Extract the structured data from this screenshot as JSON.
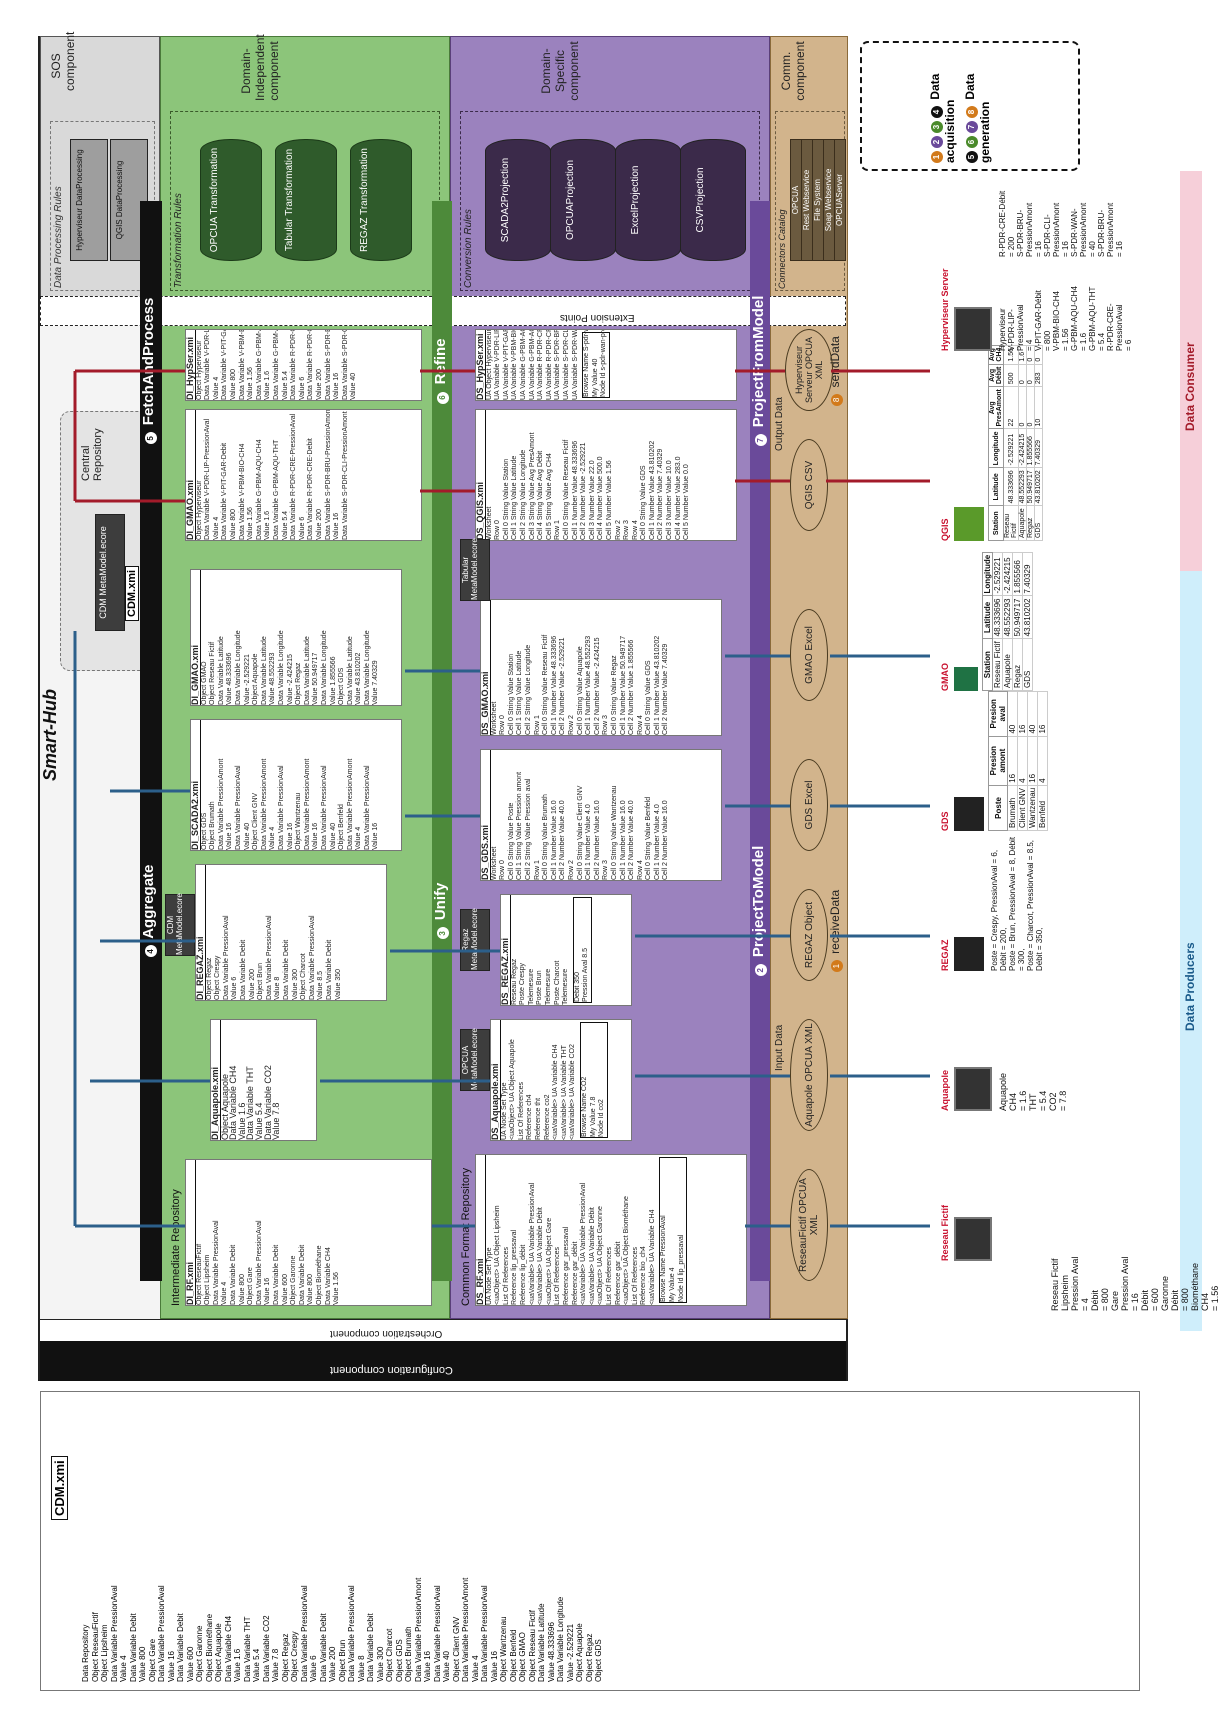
{
  "title": "Smart-Hub",
  "bands": {
    "sos": "SOS component",
    "domain_independent": "Domain-Independent component",
    "domain_specific": "Domain-Specific component",
    "comm": "Comm. component",
    "orchestration": "Orchestration component",
    "configuration": "Configuration component"
  },
  "rules": {
    "processing": "Data Processing Rules",
    "transformation": "Transformation Rules",
    "conversion": "Conversion Rules",
    "connectors": "Connectors Catalog",
    "extension": "Extension Points"
  },
  "processing_boxes": [
    "Hyperviseur DataProcessing",
    "QGIS DataProcessing"
  ],
  "transformation_boxes": [
    "OPCUA Transformation",
    "Tabular Transformation",
    "REGAZ Transformation"
  ],
  "projection_boxes": [
    "SCADA2Projection",
    "OPCUAProjection",
    "ExcelProjection",
    "CSVProjection"
  ],
  "connector_boxes": [
    "OPCUA",
    "Rest Webservice",
    "File System",
    "Soap Webservice",
    "OPCUAServer"
  ],
  "legend": {
    "acquisition": "Data acquisition",
    "generation": "Data generation",
    "acq_nums": [
      "1",
      "2",
      "3",
      "4"
    ],
    "gen_nums": [
      "5",
      "6",
      "7",
      "8"
    ]
  },
  "central_repo": {
    "label": "Central Repository",
    "model": "CDM MetaModel.ecore",
    "file": "CDM.xmi"
  },
  "steps": {
    "aggregate": "Aggregate",
    "aggregate_num": "4",
    "fetch": "FetchAndProcess",
    "fetch_num": "5",
    "unify": "Unify",
    "unify_num": "3",
    "refine": "Refine",
    "refine_num": "6",
    "project_to": "ProjectToModel",
    "project_to_num": "2",
    "project_from": "ProjectFromModel",
    "project_from_num": "7",
    "receive": "receiveData",
    "receive_num": "1",
    "send": "sendData",
    "send_num": "8"
  },
  "repos": {
    "intermediate": "Intermediate Repository",
    "common": "Common Format Repository"
  },
  "di_files": {
    "rf": {
      "name": "DI_RF.xmi",
      "lines": [
        "Object ReseauFictif",
        "Object Lipsheim",
        "Data Variable PressionAval",
        "Value 4",
        "Data Variable Debit",
        "Value 800",
        "Object Gare",
        "Data Variable PressionAval",
        "Value 16",
        "Data Variable Debit",
        "Value 600",
        "Object Garonne",
        "Data Variable Debit",
        "Value 800",
        "Object Biométhane",
        "Data Variable CH4",
        "Value 1.56"
      ]
    },
    "aquapole": {
      "name": "DI_Aquapole.xmi",
      "lines": [
        "Object Aquapole",
        "Data Variable CH4",
        "Value 1.6",
        "Data Variable THT",
        "Value 5.4",
        "Data Variable CO2",
        "Value 7.8"
      ]
    },
    "regaz": {
      "name": "DI_REGAZ.xmi",
      "lines": [
        "Object Regaz",
        "Object Crespy",
        "Data Variable PressionAval",
        "Value 6",
        "Data Variable Debit",
        "Value 200",
        "Object Brun",
        "Data Variable PressionAval",
        "Value 8",
        "Data Variable Debit",
        "Value 300",
        "Object Charcot",
        "Data Variable PressionAval",
        "Value 8.5",
        "Data Variable Debit",
        "Value 350"
      ]
    },
    "scada2": {
      "name": "DI_SCADA2.xmi",
      "lines": [
        "Object GDS",
        "Object Brumath",
        "Data Variable PressionAmont",
        "Value 16",
        "Data Variable PressionAval",
        "Value 40",
        "Object Client GNV",
        "Data Variable PressionAmont",
        "Value 4",
        "Data Variable PressionAval",
        "Value 16",
        "Object Wantzenau",
        "Data Variable PressionAmont",
        "Value 16",
        "Data Variable PressionAval",
        "Value 40",
        "Object Benfeld",
        "Data Variable PressionAmont",
        "Value 4",
        "Data Variable PressionAval",
        "Value 16"
      ]
    },
    "gmao": {
      "name": "DI_GMAO.xmi",
      "lines": [
        "Object GMAO",
        "Object Reseau Fictif",
        "Data Variable Latitude",
        "Value 48.333696",
        "Data Variable Longitude",
        "Value -2.529221",
        "Object Aquapole",
        "Data Variable Latitude",
        "Value 48.552293",
        "Data Variable Longitude",
        "Value -2.424215",
        "Object Regaz",
        "Data Variable Latitude",
        "Value 50.949717",
        "Data Variable Longitude",
        "Value 1.855566",
        "Object GDS",
        "Data Variable Latitude",
        "Value 43.810202",
        "Data Variable Longitude",
        "Value 7.40329"
      ]
    },
    "gmao2": {
      "name": "DI_GMAO.xmi",
      "lines": [
        "Object Hyperviseur",
        "Data Variable V-PDR-LIP-PressionAval",
        "Value 4",
        "Data Variable V-PIT-GAR-Debit",
        "Value 800",
        "Data Variable V-PBM-BIO-CH4",
        "Value 1.56",
        "Data Variable G-PBM-AQU-CH4",
        "Value 1.6",
        "Data Variable G-PBM-AQU-THT",
        "Value 5.4",
        "Data Variable R-PDR-CRE-PressionAval",
        "Value 6",
        "Data Variable R-PDR-CRE-Debit",
        "Value 200",
        "Data Variable S-PDR-BRU-PressionAmont",
        "Value 16",
        "Data Variable S-PDR-CLI-PressionAmont"
      ]
    },
    "hypser": {
      "name": "DI_HypSer.xmi",
      "lines": [
        "Object Hyperviseur",
        "Data Variable V-PDR-LIP-PressionAval",
        "Value 4",
        "Data Variable V-PIT-GAR-Debit",
        "Value 800",
        "Data Variable V-PBM-BIO-CH4",
        "Value 1.56",
        "Data Variable G-PBM-AQU-CH4",
        "Value 1.6",
        "Data Variable G-PBM-AQU-THT",
        "Value 5.4",
        "Data Variable R-PDR-CRE-PressionAval",
        "Value 6",
        "Data Variable R-PDR-CRE-Debit",
        "Value 200",
        "Data Variable S-PDR-BRU-PressionAmont",
        "Value 16",
        "Data Variable S-PDR-CLI-PressionAmont",
        "Value 40"
      ]
    }
  },
  "ds_files": {
    "rf": {
      "name": "DS_RF.xmi",
      "lines": [
        "UA Node Set Type",
        "<uaObject> UA Object Lipsheim",
        "List Of References",
        "Reference lip_pressaval",
        "Reference lip_débit",
        "<uaVariable> UA Variable PressionAval",
        "<uaVariable> UA Variable Débit",
        "<uaObject> UA Object Gare",
        "List Of References",
        "Reference gar_pressaval",
        "Reference gar_débit",
        "<uaVariable> UA Variable PressionAval",
        "<uaVariable> UA Variable Débit",
        "<uaObject> UA Object Garonne",
        "List Of References",
        "Reference gar_débit",
        "<uaObject> UA Object Biométhane",
        "List Of References",
        "Reference bio_ch4",
        "<uaVariable> UA Variable CH4"
      ]
    },
    "rf_detail": {
      "rows": [
        [
          "Browse Name",
          "PressionAval"
        ],
        [
          "My Value",
          "4"
        ],
        [
          "Node Id",
          "lip_pressaval"
        ]
      ]
    },
    "aquapole": {
      "name": "DS_Aquapole.xmi",
      "lines": [
        "UA Node Set Type",
        "<uaObject> UA Object Aquapole",
        "List Of References",
        "Reference ch4",
        "Reference tht",
        "Reference co2",
        "<uaVariable> UA Variable CH4",
        "<uaVariable> UA Variable THT",
        "<uaVariable> UA Variable CO2"
      ]
    },
    "aquapole_detail": {
      "rows": [
        [
          "Browse Name",
          "CO2"
        ],
        [
          "My Value",
          "7.8"
        ],
        [
          "Node Id",
          "co2"
        ]
      ]
    },
    "regaz": {
      "name": "DS_REGAZ.xmi",
      "lines": [
        "Reseau Regaz",
        "Poste Crespy",
        "Telemesure",
        "Poste Brun",
        "Telemesure",
        "Poste Charcot",
        "Telemesure"
      ]
    },
    "regaz_detail": {
      "rows": [
        [
          "Debit",
          "350"
        ],
        [
          "Pression Aval",
          "8.5"
        ]
      ]
    },
    "gds": {
      "name": "DS_GDS.xmi",
      "lines": [
        "Worksheet",
        "Row 0",
        "Cell 0 String Value Poste",
        "Cell 1 String Value Pression amont",
        "Cell 2 String Value Pression aval",
        "Row 1",
        "Cell 0 String Value Brumath",
        "Cell 1 Number Value 16.0",
        "Cell 2 Number Value 40.0",
        "Row 2",
        "Cell 0 String Value Client GNV",
        "Cell 1 Number Value 4.0",
        "Cell 2 Number Value 16.0",
        "Row 3",
        "Cell 0 String Value Wantzenau",
        "Cell 1 Number Value 16.0",
        "Cell 2 Number Value 40.0",
        "Row 4",
        "Cell 0 String Value Benfeld",
        "Cell 1 Number Value 4.0",
        "Cell 2 Number Value 16.0"
      ]
    },
    "gmao": {
      "name": "DS_GMAO.xmi",
      "lines": [
        "Worksheet",
        "Row 0",
        "Cell 0 String Value Station",
        "Cell 1 String Value Latitude",
        "Cell 2 String Value Longitude",
        "Row 1",
        "Cell 0 String Value Reseau Fictif",
        "Cell 1 Number Value 48.333696",
        "Cell 2 Number Value -2.529221",
        "Row 2",
        "Cell 0 String Value Aquapole",
        "Cell 1 Number Value 48.552293",
        "Cell 2 Number Value -2.424215",
        "Row 3",
        "Cell 0 String Value Regaz",
        "Cell 1 Number Value 50.949717",
        "Cell 2 Number Value 1.855566",
        "Row 4",
        "Cell 0 String Value GDS",
        "Cell 1 Number Value 43.810202",
        "Cell 2 Number Value 7.40329"
      ]
    },
    "qgis": {
      "name": "DS_QGIS.xmi",
      "lines": [
        "Worksheet",
        "Row 0",
        "Cell 0 String Value Station",
        "Cell 1 String Value Latitude",
        "Cell 2 String Value Longitude",
        "Cell 3 String Value Avg PresAmont",
        "Cell 4 String Value Avg Débit",
        "Cell 5 String Value Avg CH4",
        "Row 1",
        "Cell 0 String Value Reseau Fictif",
        "Cell 1 Number Value 48.333696",
        "Cell 2 Number Value -2.529221",
        "Cell 3 Number Value 22.0",
        "Cell 4 Number Value 500.0",
        "Cell 5 Number Value 1.56",
        "Row 2",
        "Row 3",
        "Row 4",
        "Cell 0 String Value GDS",
        "Cell 1 Number Value 43.810202",
        "Cell 2 Number Value 7.40329",
        "Cell 3 Number Value 10.0",
        "Cell 4 Number Value 283.0",
        "Cell 5 Number Value 0.0"
      ]
    },
    "hypser": {
      "name": "DS_HypSer.xmi",
      "lines": [
        "UA Object Hyperviseur",
        "UA Variable V-PDR-LIP-PressionAval",
        "UA Variable V-PIT-GAR-Debit",
        "UA Variable V-PBM-BIO-CH4",
        "UA Variable G-PBM-AQU-CH4",
        "UA Variable G-PBM-AQU-THT",
        "UA Variable R-PDR-CRE-PressionAval",
        "UA Variable R-PDR-CRE-Debit",
        "UA Variable S-PDR-BRU-PressionAmont",
        "UA Variable S-PDR-CLI-PressionAmont",
        "UA Variable S-PDR-WAN-PressionAmont"
      ]
    },
    "hypser_detail": {
      "rows": [
        [
          "Browse Name",
          "S-pdr-wan-pressionAmont"
        ],
        [
          "My Value",
          "40"
        ],
        [
          "Node Id",
          "s-pdr-wan-pressionAmont"
        ]
      ]
    }
  },
  "metamodels": {
    "cdm": "CDM MetaModel.ecore",
    "opcua": "OPCUA MetaModel.ecore",
    "regaz": "Regaz MetaModel.ecore",
    "tabular": "Tabular MetaModel.ecore"
  },
  "comm_inputs": [
    "ReseauFictif OPCUA XML",
    "Aquapole OPCUA XML",
    "REGAZ Object",
    "GDS Excel",
    "GMAO Excel"
  ],
  "comm_outputs": [
    "QGIS CSV",
    "Hyperviseur Serveur OPCUA XML"
  ],
  "comm_labels": {
    "input": "Input Data",
    "output": "Output Data"
  },
  "producers": {
    "label": "Data Producers",
    "reseau": {
      "name": "Reseau Fictif"
    },
    "aquapole": {
      "name": "Aquapole",
      "tree": [
        "Aquapole",
        "CH4",
        "= 1.6",
        "THT",
        "= 5.4",
        "CO2",
        "= 7.8"
      ]
    },
    "regaz": {
      "name": "REGAZ",
      "lines": [
        "Poste = Crespy, PressionAval = 6, Débit = 200,",
        "Poste = Brun, PressionAval = 8, Débit = 300,",
        "Poste = Charcot, PressionAval = 8.5, Débit = 350,"
      ]
    },
    "gds": {
      "name": "GDS",
      "headers": [
        "Poste",
        "Presion amont",
        "Presion aval"
      ],
      "rows": [
        [
          "Brumath",
          "16",
          "40"
        ],
        [
          "Client GNV",
          "4",
          "16"
        ],
        [
          "Wantzenau",
          "16",
          "40"
        ],
        [
          "Benfeld",
          "4",
          "16"
        ]
      ]
    },
    "gmao": {
      "name": "GMAO",
      "headers": [
        "Station",
        "Latitude",
        "Longitude"
      ],
      "rows": [
        [
          "Reseau Fictif",
          "48.333696",
          "-2.529221"
        ],
        [
          "Aquapole",
          "48.552293",
          "-2.424215"
        ],
        [
          "Regaz",
          "50.949717",
          "1.855566"
        ],
        [
          "GDS",
          "43.810202",
          "7.40329"
        ]
      ]
    }
  },
  "consumers": {
    "label": "Data Consumer",
    "qgis": {
      "name": "QGIS",
      "headers": [
        "Station",
        "Latitude",
        "Longitude",
        "Avg PresAmont",
        "Avg Débit",
        "Avg CH4"
      ],
      "rows": [
        [
          "Reseau Fictif",
          "48.333696",
          "-2.529221",
          "22",
          "500",
          "1.56"
        ],
        [
          "Aquapole",
          "48.552293",
          "-2.424215",
          "0",
          "0",
          "1.6"
        ],
        [
          "Regaz",
          "50.949717",
          "1.855566",
          "0",
          "0",
          "0"
        ],
        [
          "GDS",
          "43.810202",
          "7.40329",
          "10",
          "283",
          "0"
        ]
      ]
    },
    "hyper": {
      "name": "Hyperviseur Server",
      "lines": [
        "Hyperviseur",
        "V-PDR-LIP-PressionAval",
        "= 4",
        "V-PIT-GAR-Débit",
        "= 800",
        "V-PBM-BIO-CH4",
        "= 1.56",
        "G-PBM-AQU-CH4",
        "= 1.6",
        "G-PBM-AQU-THT",
        "= 5.4",
        "R-PDR-CRE-PressionAval",
        "= 6",
        "R-PDR-CRE-Débit",
        "= 200",
        "S-PDR-BRU-PressionAmont",
        "= 16",
        "S-PDR-CLI-PressionAmont",
        "= 16",
        "S-PDR-WAN-PressionAmont",
        "= 40",
        "S-PDR-BRU-PressionAmont",
        "= 16"
      ]
    }
  },
  "reseau_tree": [
    "Reseau Fictif",
    "Lipsheim",
    "Pression Aval",
    "= 4",
    "Débit",
    "= 800",
    "Gare",
    "Pression Aval",
    "= 16",
    "Débit",
    "= 600",
    "Garonne",
    "Débit",
    "= 800",
    "Biométhane",
    "CH4",
    "= 1.56"
  ],
  "cdm_file": {
    "name": "CDM.xmi",
    "lines": [
      "Data Repository",
      "Object ReseauFictif",
      "Object Lipsheim",
      "Data Variable PressionAval",
      "Value 4",
      "Data Variable Debit",
      "Value 800",
      "Object Gare",
      "Data Variable PressionAval",
      "Value 16",
      "Data Variable Debit",
      "Value 600",
      "Object Garonne",
      "Object Biométhane",
      "Object Aquapole",
      "Data Variable CH4",
      "Value 1.6",
      "Data Variable THT",
      "Value 5.4",
      "Data Variable CO2",
      "Value 7.8",
      "Object Regaz",
      "Object Crespy",
      "Data Variable PressionAval",
      "Value 6",
      "Data Variable Debit",
      "Value 200",
      "Object Brun",
      "Data Variable PressionAval",
      "Value 8",
      "Data Variable Debit",
      "Value 300",
      "Object Charcot",
      "Object GDS",
      "Object Brumath",
      "Data Variable PressionAmont",
      "Value 16",
      "Data Variable PressionAval",
      "Value 40",
      "Object Client GNV",
      "Data Variable PressionAmont",
      "Value 4",
      "Data Variable PressionAval",
      "Value 16",
      "Object Wantzenau",
      "Object Benfeld",
      "Object GMAO",
      "Object Reseau Fictif",
      "Data Variable Latitude",
      "Value 48.333696",
      "Data Variable Longitude",
      "Value -2.529221",
      "Object Aquapole",
      "Object Regaz",
      "Object GDS"
    ]
  },
  "colors": {
    "sos": "#d9d9d9",
    "green": "#8cc57a",
    "purple": "#9b82be",
    "comm": "#d2b48c",
    "black": "#111111",
    "red_arrow": "#a31b2a",
    "blue_arrow": "#2c5f8a",
    "producers_bg": "#cfeefb",
    "consumers_bg": "#f6cfd9"
  }
}
